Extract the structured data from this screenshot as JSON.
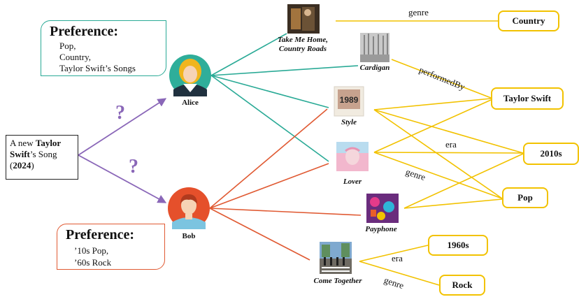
{
  "alice": {
    "name": "Alice",
    "pref_title": "Preference:",
    "pref_lines": [
      "Pop,",
      "Country,",
      "Taylor Swift’s Songs"
    ]
  },
  "bob": {
    "name": "Bob",
    "pref_title": "Preference:",
    "pref_lines": [
      "’10s Pop,",
      "’60s Rock"
    ]
  },
  "query": {
    "prefix": "A new ",
    "bold1": "Taylor Swift",
    "mid": "’s Song (",
    "bold2": "2024",
    "suffix": ")"
  },
  "question_mark": "?",
  "songs": {
    "take_me_home": "Take Me Home,",
    "take_me_home_2": "Country Roads",
    "cardigan": "Cardigan",
    "style": "Style",
    "lover": "Lover",
    "payphone": "Payphone",
    "come_together": "Come Together"
  },
  "entities": {
    "country": "Country",
    "taylor_swift": "Taylor Swift",
    "y2010s": "2010s",
    "pop": "Pop",
    "y1960s": "1960s",
    "rock": "Rock"
  },
  "edge_labels": {
    "genre_top": "genre",
    "performed_by": "performedBy",
    "era_mid": "era",
    "genre_mid": "genre",
    "era_bottom": "era",
    "genre_bottom": "genre"
  },
  "album_text": {
    "style_cover": "1989"
  },
  "colors": {
    "alice_edge": "#2aaa96",
    "bob_edge": "#e05a33",
    "query_edge": "#8a67b8",
    "kg_edge": "#f2c200"
  }
}
